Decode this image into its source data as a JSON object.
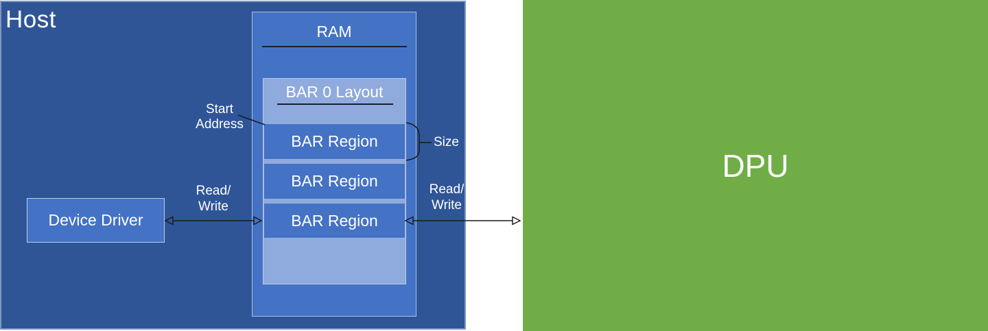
{
  "host": {
    "label": "Host"
  },
  "ram": {
    "title": "RAM"
  },
  "bar_layout": {
    "title": "BAR 0 Layout",
    "regions": [
      "BAR Region",
      "BAR Region",
      "BAR Region"
    ]
  },
  "device_driver": {
    "label": "Device Driver"
  },
  "dpu": {
    "label": "DPU"
  },
  "annotations": {
    "start_address": {
      "lines": [
        "Start",
        "Address"
      ]
    },
    "size": "Size",
    "read_write_left": {
      "lines": [
        "Read/",
        "Write"
      ]
    },
    "read_write_right": {
      "lines": [
        "Read/",
        "Write"
      ]
    }
  },
  "colors": {
    "host_fill": "#2F5597",
    "box_fill": "#4472C4",
    "layout_fill": "#8FAADC",
    "dpu_fill": "#70AD47",
    "connector": "#1A1A1A",
    "text": "#FFFFFF"
  }
}
